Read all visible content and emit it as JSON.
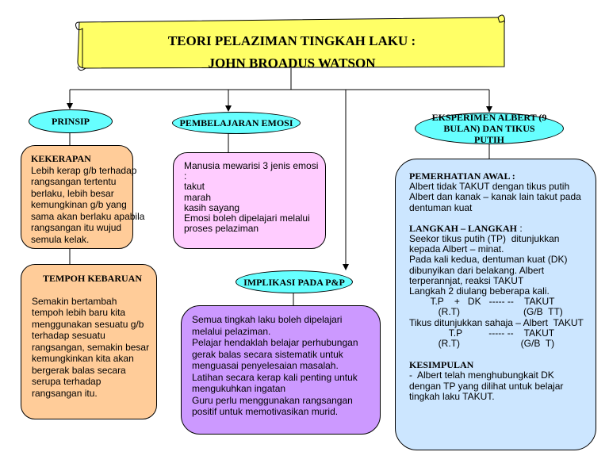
{
  "title": {
    "line1": "TEORI PELAZIMAN TINGKAH LAKU :",
    "line2": "JOHN BROADUS WATSON"
  },
  "nodes": {
    "prinsip": "PRINSIP",
    "emosi": "PEMBELAJARAN EMOSI",
    "implikasi": "IMPLIKASI PADA P&P",
    "eksperimen": "EKSPERIMEN ALBERT (9 BULAN)  DAN TIKUS PUTIH"
  },
  "kekerapan": {
    "heading": "KEKERAPAN",
    "lines": [
      "Lebih kerap g/b terhadap",
      "rangsangan tertentu",
      "berlaku, lebih besar",
      "kemungkinan g/b yang",
      "sama akan berlaku apabila",
      "rangsangan itu wujud",
      "semula kelak."
    ]
  },
  "tempoh": {
    "heading": "TEMPOH KEBARUAN",
    "lines": [
      "Semakin bertambah",
      "tempoh lebih baru kita",
      "menggunakan sesuatu g/b",
      "terhadap sesuatu",
      "rangsangan, semakin besar",
      "kemungkinkan kita akan",
      "bergerak balas secara",
      "serupa terhadap",
      "rangsangan itu."
    ]
  },
  "emosi_box": {
    "lines": [
      "Manusia mewarisi 3 jenis emosi",
      ":",
      "takut",
      "marah",
      "kasih sayang",
      "Emosi boleh dipelajari melalui",
      "proses pelaziman"
    ]
  },
  "implikasi_box": {
    "lines": [
      "Semua tingkah laku boleh dipelajari",
      "melalui pelaziman.",
      "Pelajar hendaklah belajar perhubungan",
      "gerak balas secara sistematik untuk",
      "menguasai penyelesaian masalah.",
      "Latihan secara kerap kali penting untuk",
      "mengukuhkan ingatan",
      "Guru perlu menggunakan rangsangan",
      "positif untuk memotivasikan murid."
    ]
  },
  "eksperimen_box": {
    "pemerhatian_heading": "PEMERHATIAN AWAL :",
    "pemerhatian_lines": [
      "Albert tidak TAKUT dengan tikus putih",
      "Albert dan kanak – kanak lain takut pada",
      "dentuman kuat"
    ],
    "langkah_heading": "LANGKAH – LANGKAH",
    "langkah_suffix": " :",
    "langkah_lines": [
      "Seekor tikus putih (TP)  ditunjukkan",
      "kepada Albert – minat.",
      "Pada kali kedua, dentuman kuat (DK)",
      "dibunyikan dari belakang. Albert",
      "terperannjat, reaksi TAKUT",
      "Langkah 2 diulang beberapa kali.",
      "        T.P    +   DK   ----- --    TAKUT",
      "           (R.T)                        (G/B  TT)",
      "Tikus ditunjukkan sahaja – Albert  TAKUT",
      "               T.P          ----- --    TAKUT",
      "           (R.T)                       (G/B  T)"
    ],
    "kesimpulan_heading": "KESIMPULAN",
    "kesimpulan_lines": [
      "-  Albert telah menghubungkait DK",
      "dengan TP yang dilihat untuk belajar",
      "tingkah laku TAKUT."
    ]
  },
  "colors": {
    "scroll": "#ffff66",
    "pill": "#66ffff",
    "orange": "#ffcc99",
    "pink": "#ffccff",
    "purple": "#cc99ff",
    "blue": "#cce6ff"
  }
}
